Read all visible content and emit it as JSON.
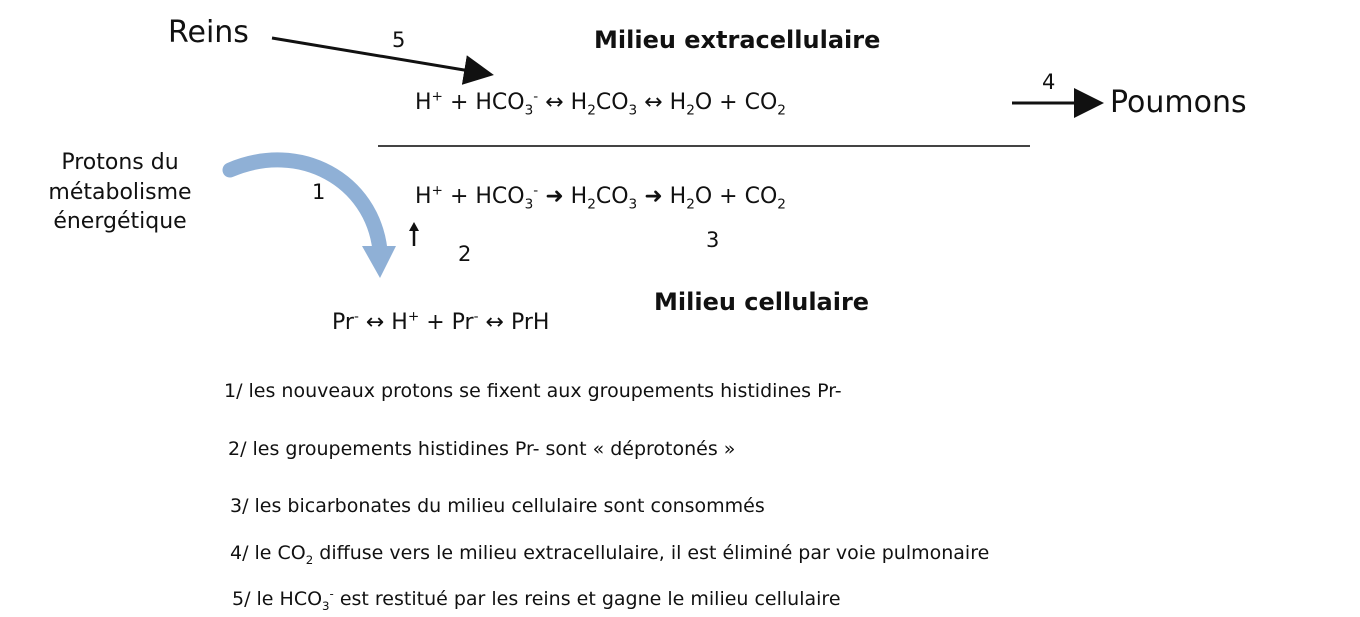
{
  "labels": {
    "reins": "Reins",
    "poumons": "Poumons",
    "extracellular": "Milieu extracellulaire",
    "cellular": "Milieu cellulaire",
    "protons_lines": [
      "Protons du",
      "métabolisme",
      "énergétique"
    ]
  },
  "step_numbers": {
    "n1": "1",
    "n2": "2",
    "n3": "3",
    "n4": "4",
    "n5": "5"
  },
  "equations": {
    "extracellular": {
      "h": "H",
      "h_sup": "+",
      "plus1": " + ",
      "hco": "HCO",
      "hco_sub": "3",
      "hco_sup": "-",
      "arrow1": " ↔ ",
      "h2": "H",
      "h2_sub": "2",
      "co3": "CO",
      "co3_sub": "3",
      "arrow2": " ↔ ",
      "h2o_h": "H",
      "h2o_sub": "2",
      "h2o_o": "O",
      "plus2": " + ",
      "co2": "CO",
      "co2_sub": "2"
    },
    "cellular": {
      "h": "H",
      "h_sup": "+",
      "plus1": " + ",
      "hco": "HCO",
      "hco_sub": "3",
      "hco_sup": "-",
      "arrow1": " ➜ ",
      "h2": "H",
      "h2_sub": "2",
      "co3": "CO",
      "co3_sub": "3",
      "arrow2": " ➜ ",
      "h2o_h": "H",
      "h2o_sub": "2",
      "h2o_o": "O",
      "plus2": " + ",
      "co2": "CO",
      "co2_sub": "2"
    },
    "protein": {
      "pr1": "Pr",
      "pr1_sup": "-",
      "arrow1": " ↔ ",
      "h": "H",
      "h_sup": "+",
      "plus": " + ",
      "pr2": "Pr",
      "pr2_sup": "-",
      "arrow2": " ↔ ",
      "prh": "PrH"
    }
  },
  "notes": {
    "n1": "1/ les nouveaux protons se fixent aux groupements histidines Pr-",
    "n2": "2/ les groupements histidines Pr- sont « déprotonés »",
    "n3": "3/ les bicarbonates du milieu cellulaire sont consommés",
    "n4_pre": "4/ le CO",
    "n4_sub": "2",
    "n4_post": " diffuse vers le milieu extracellulaire, il est éliminé par voie pulmonaire",
    "n5_pre": "5/ le HCO",
    "n5_sub": "3",
    "n5_sup": "-",
    "n5_post": " est restitué par les reins et gagne le milieu cellulaire"
  },
  "colors": {
    "curved_arrow": "#8fb0d6",
    "text": "#111111"
  }
}
